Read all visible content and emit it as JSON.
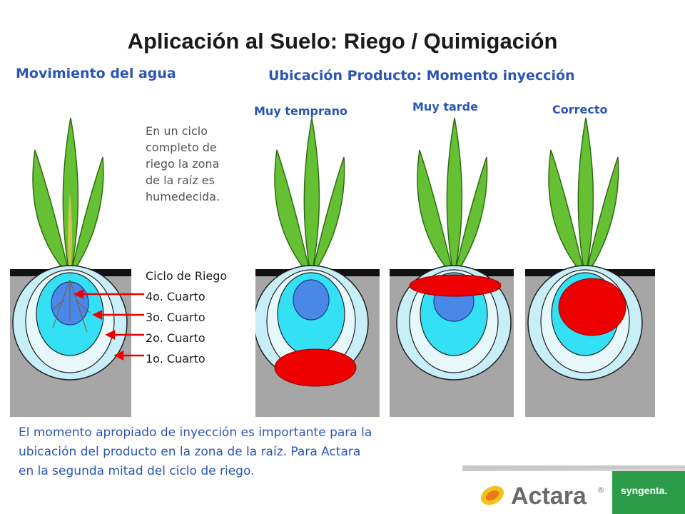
{
  "title": "Aplicación al Suelo: Riego / Quimigación",
  "left_heading": "Movimiento del agua",
  "right_heading": "Ubicación Producto: Momento inyección",
  "description_lines": [
    "En un ciclo",
    "completo de",
    "riego la zona",
    "de la raíz es",
    "humedecida."
  ],
  "cycle": {
    "heading": "Ciclo de Riego",
    "quarters": [
      "4o. Cuarto",
      "3o. Cuarto",
      "2o. Cuarto",
      "1o. Cuarto"
    ]
  },
  "panels": [
    {
      "label": "Muy temprano"
    },
    {
      "label": "Muy tarde"
    },
    {
      "label": "Correcto"
    }
  ],
  "footer_lines": [
    "El momento apropiado de inyección es importante para la",
    "ubicación del producto en la zona de la raíz. Para Actara",
    "en la segunda mitad del ciclo de riego."
  ],
  "brand": {
    "product": "Actara",
    "registered": "®",
    "company": "syngenta."
  },
  "colors": {
    "title_blue": "#2a55b5",
    "product_red": "#ee0000",
    "soil_gray": "#a6a6a6",
    "water_light": "#c8eef8",
    "water_cyan": "#33e0f4",
    "water_blue": "#4a88e8",
    "leaf_green": "#66c033",
    "brand_green": "#2d9c4a"
  }
}
